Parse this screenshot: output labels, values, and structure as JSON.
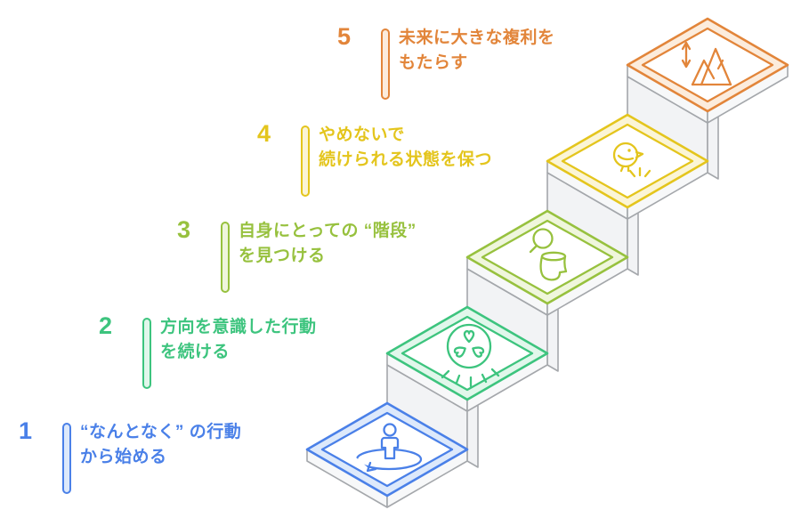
{
  "diagram": {
    "kind": "5-step isometric staircase infographic",
    "background": "#ffffff"
  },
  "style": {
    "outline": "#a4a7ab",
    "wall_fill": "#f2f3f5",
    "slab_fill": "#f7f8f9",
    "interior": "#ffffff"
  },
  "steps": [
    {
      "number": "1",
      "line1": "“なんとなく” の行動",
      "line2": "から始める",
      "color": "#4a80e8",
      "tint": "#dde9fb",
      "icon": "person-restart-icon"
    },
    {
      "number": "2",
      "line1": "方向を意識した行動",
      "line2": "を続ける",
      "color": "#3dc47e",
      "tint": "#e1f7eb",
      "icon": "hearts-ball-icon"
    },
    {
      "number": "3",
      "line1": "自身にとっての “階段”",
      "line2": "を見つける",
      "color": "#97c13e",
      "tint": "#eff6dc",
      "icon": "magnifier-head-icon"
    },
    {
      "number": "4",
      "line1": "やめないで",
      "line2": "続けられる状態を保つ",
      "color": "#e4c51d",
      "tint": "#fbf5d6",
      "icon": "bird-icon"
    },
    {
      "number": "5",
      "line1": "未来に大きな複利を",
      "line2": "もたらす",
      "color": "#e2853a",
      "tint": "#fcecdc",
      "icon": "mountains-arrow-icon"
    }
  ]
}
